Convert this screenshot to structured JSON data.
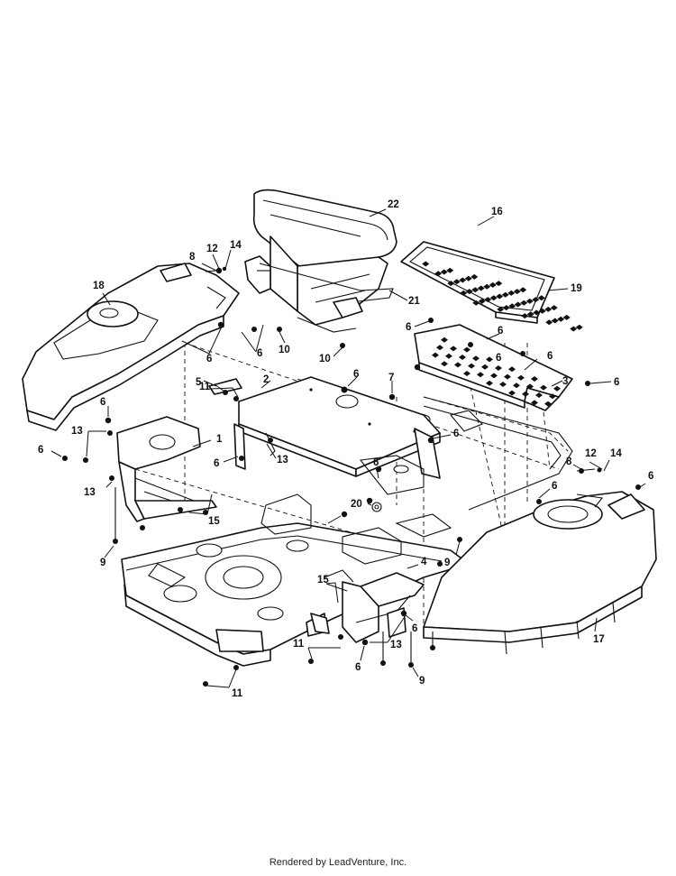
{
  "footer": {
    "text": "Rendered by LeadVenture, Inc."
  },
  "callouts": [
    {
      "id": "c22",
      "label": "22"
    },
    {
      "id": "c16",
      "label": "16"
    },
    {
      "id": "c8a",
      "label": "8"
    },
    {
      "id": "c12a",
      "label": "12"
    },
    {
      "id": "c14a",
      "label": "14"
    },
    {
      "id": "c18",
      "label": "18"
    },
    {
      "id": "c21",
      "label": "21"
    },
    {
      "id": "c19",
      "label": "19"
    },
    {
      "id": "c6a",
      "label": "6"
    },
    {
      "id": "c6b",
      "label": "6"
    },
    {
      "id": "c6c",
      "label": "6"
    },
    {
      "id": "c6d",
      "label": "6"
    },
    {
      "id": "c10a",
      "label": "10"
    },
    {
      "id": "c10b",
      "label": "10"
    },
    {
      "id": "c6e",
      "label": "6"
    },
    {
      "id": "c6f",
      "label": "6"
    },
    {
      "id": "c2",
      "label": "2"
    },
    {
      "id": "c6g",
      "label": "6"
    },
    {
      "id": "c7",
      "label": "7"
    },
    {
      "id": "c3",
      "label": "3"
    },
    {
      "id": "c11a",
      "label": "11"
    },
    {
      "id": "c6h",
      "label": "6"
    },
    {
      "id": "c5",
      "label": "5"
    },
    {
      "id": "c6i",
      "label": "6"
    },
    {
      "id": "c1",
      "label": "1"
    },
    {
      "id": "c13a",
      "label": "13"
    },
    {
      "id": "c6j",
      "label": "6"
    },
    {
      "id": "c6k",
      "label": "6"
    },
    {
      "id": "c13b",
      "label": "13"
    },
    {
      "id": "c12b",
      "label": "12"
    },
    {
      "id": "c14b",
      "label": "14"
    },
    {
      "id": "c8b",
      "label": "8"
    },
    {
      "id": "c6l",
      "label": "6"
    },
    {
      "id": "c6m",
      "label": "6"
    },
    {
      "id": "c13c",
      "label": "13"
    },
    {
      "id": "c6n",
      "label": "6"
    },
    {
      "id": "c20",
      "label": "20"
    },
    {
      "id": "c6o",
      "label": "6"
    },
    {
      "id": "c15a",
      "label": "15"
    },
    {
      "id": "c9a",
      "label": "9"
    },
    {
      "id": "c9b",
      "label": "9"
    },
    {
      "id": "c4",
      "label": "4"
    },
    {
      "id": "c15b",
      "label": "15"
    },
    {
      "id": "c17",
      "label": "17"
    },
    {
      "id": "c6p",
      "label": "6"
    },
    {
      "id": "c13d",
      "label": "13"
    },
    {
      "id": "c11b",
      "label": "11"
    },
    {
      "id": "c6q",
      "label": "6"
    },
    {
      "id": "c9c",
      "label": "9"
    },
    {
      "id": "c11c",
      "label": "11"
    }
  ]
}
